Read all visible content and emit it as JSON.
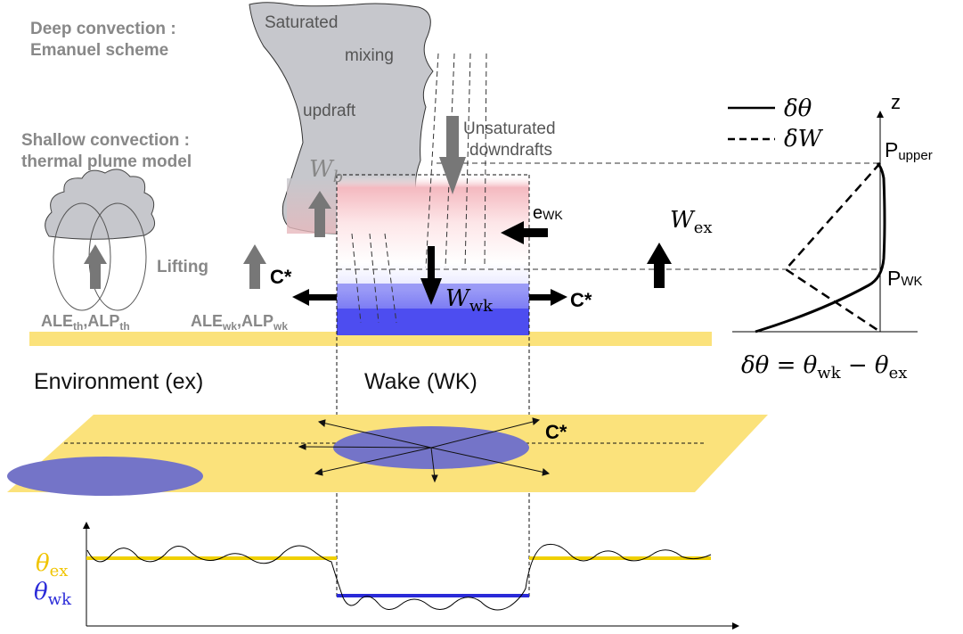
{
  "titles": {
    "deep_line1": "Deep convection :",
    "deep_line2": "Emanuel scheme",
    "shallow_line1": "Shallow convection :",
    "shallow_line2": "thermal plume model"
  },
  "cloud_text": {
    "saturated": "Saturated",
    "mixing": "mixing",
    "updraft": "updraft",
    "unsat1": "Unsaturated",
    "unsat2": "downdrafts"
  },
  "symbols": {
    "wb": "W",
    "wb_sub": "b",
    "ewk": "e",
    "ewk_sub": "WK",
    "wex": "W",
    "wex_sub": "ex",
    "wwk": "W",
    "wwk_sub": "wk",
    "cstar": "C*",
    "lifting": "Lifting"
  },
  "ale_labels": {
    "th_ale": "ALE",
    "th_ale_sub": "th",
    "th_alp": ",ALP",
    "th_alp_sub": "th",
    "wk_ale": "ALE",
    "wk_ale_sub": "wk",
    "wk_alp": ",ALP",
    "wk_alp_sub": "wk"
  },
  "regions": {
    "environment": "Environment (ex)",
    "wake": "Wake (WK)"
  },
  "profile": {
    "legend_theta": "δθ",
    "legend_w": "δW",
    "z_label": "z",
    "p_upper": "P",
    "p_upper_sub": "upper",
    "p_wk": "P",
    "p_wk_sub": "WK",
    "eq_lhs": "δθ = θ",
    "eq_wk": "wk",
    "eq_mid": " − θ",
    "eq_ex": "ex"
  },
  "bottom_plot": {
    "theta_ex": "θ",
    "theta_ex_sub": "ex",
    "theta_wk": "θ",
    "theta_wk_sub": "wk"
  },
  "colors": {
    "title_gray": "#888888",
    "cloud_gray": "#c6c7cc",
    "arrow_gray": "#777777",
    "ground_yellow": "#fbe27b",
    "plane_yellow": "#fbe27b",
    "wake_blue": "#5a5aee",
    "pool_purple": "#7474c8",
    "theta_ex": "#f0d000",
    "theta_wk": "#2a2ad8"
  }
}
